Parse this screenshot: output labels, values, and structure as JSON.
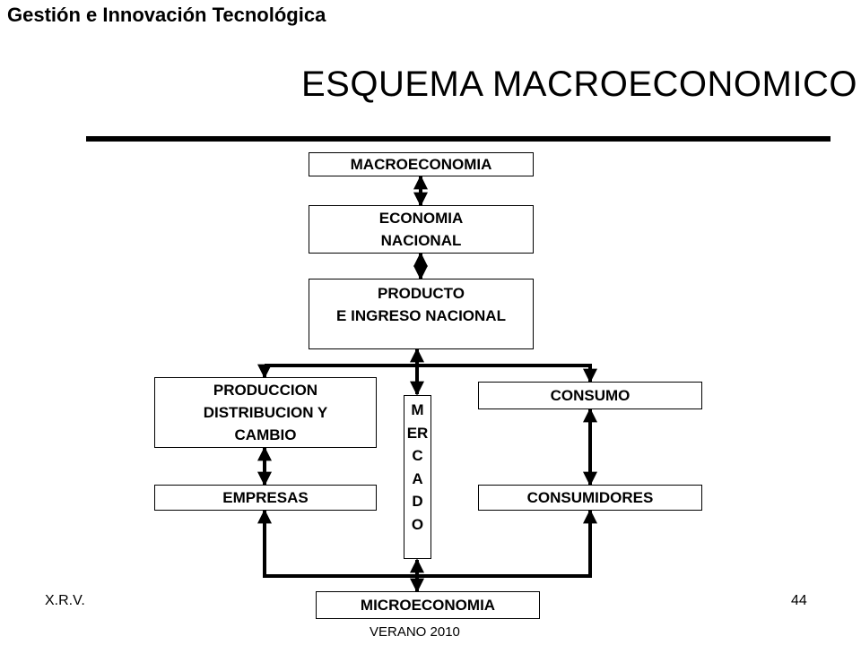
{
  "header": {
    "course": "Gestión e Innovación Tecnológica",
    "title": "ESQUEMA MACROECONOMICO"
  },
  "boxes": {
    "macroeconomia": "MACROECONOMIA",
    "economia_nacional": "ECONOMIA\nNACIONAL",
    "producto": "PRODUCTO\nE INGRESO   NACIONAL",
    "produccion": "PRODUCCION\nDISTRIBUCION Y\nCAMBIO",
    "consumo": "CONSUMO",
    "mercado": "M\nER\nC\nA\nD\nO",
    "empresas": "EMPRESAS",
    "consumidores": "CONSUMIDORES",
    "microeconomia": "MICROECONOMIA"
  },
  "footer": {
    "author": "X.R.V.",
    "page_number": "44",
    "term": "VERANO 2010"
  },
  "colors": {
    "line": "#000000",
    "box_border": "#000000",
    "background": "#ffffff"
  }
}
